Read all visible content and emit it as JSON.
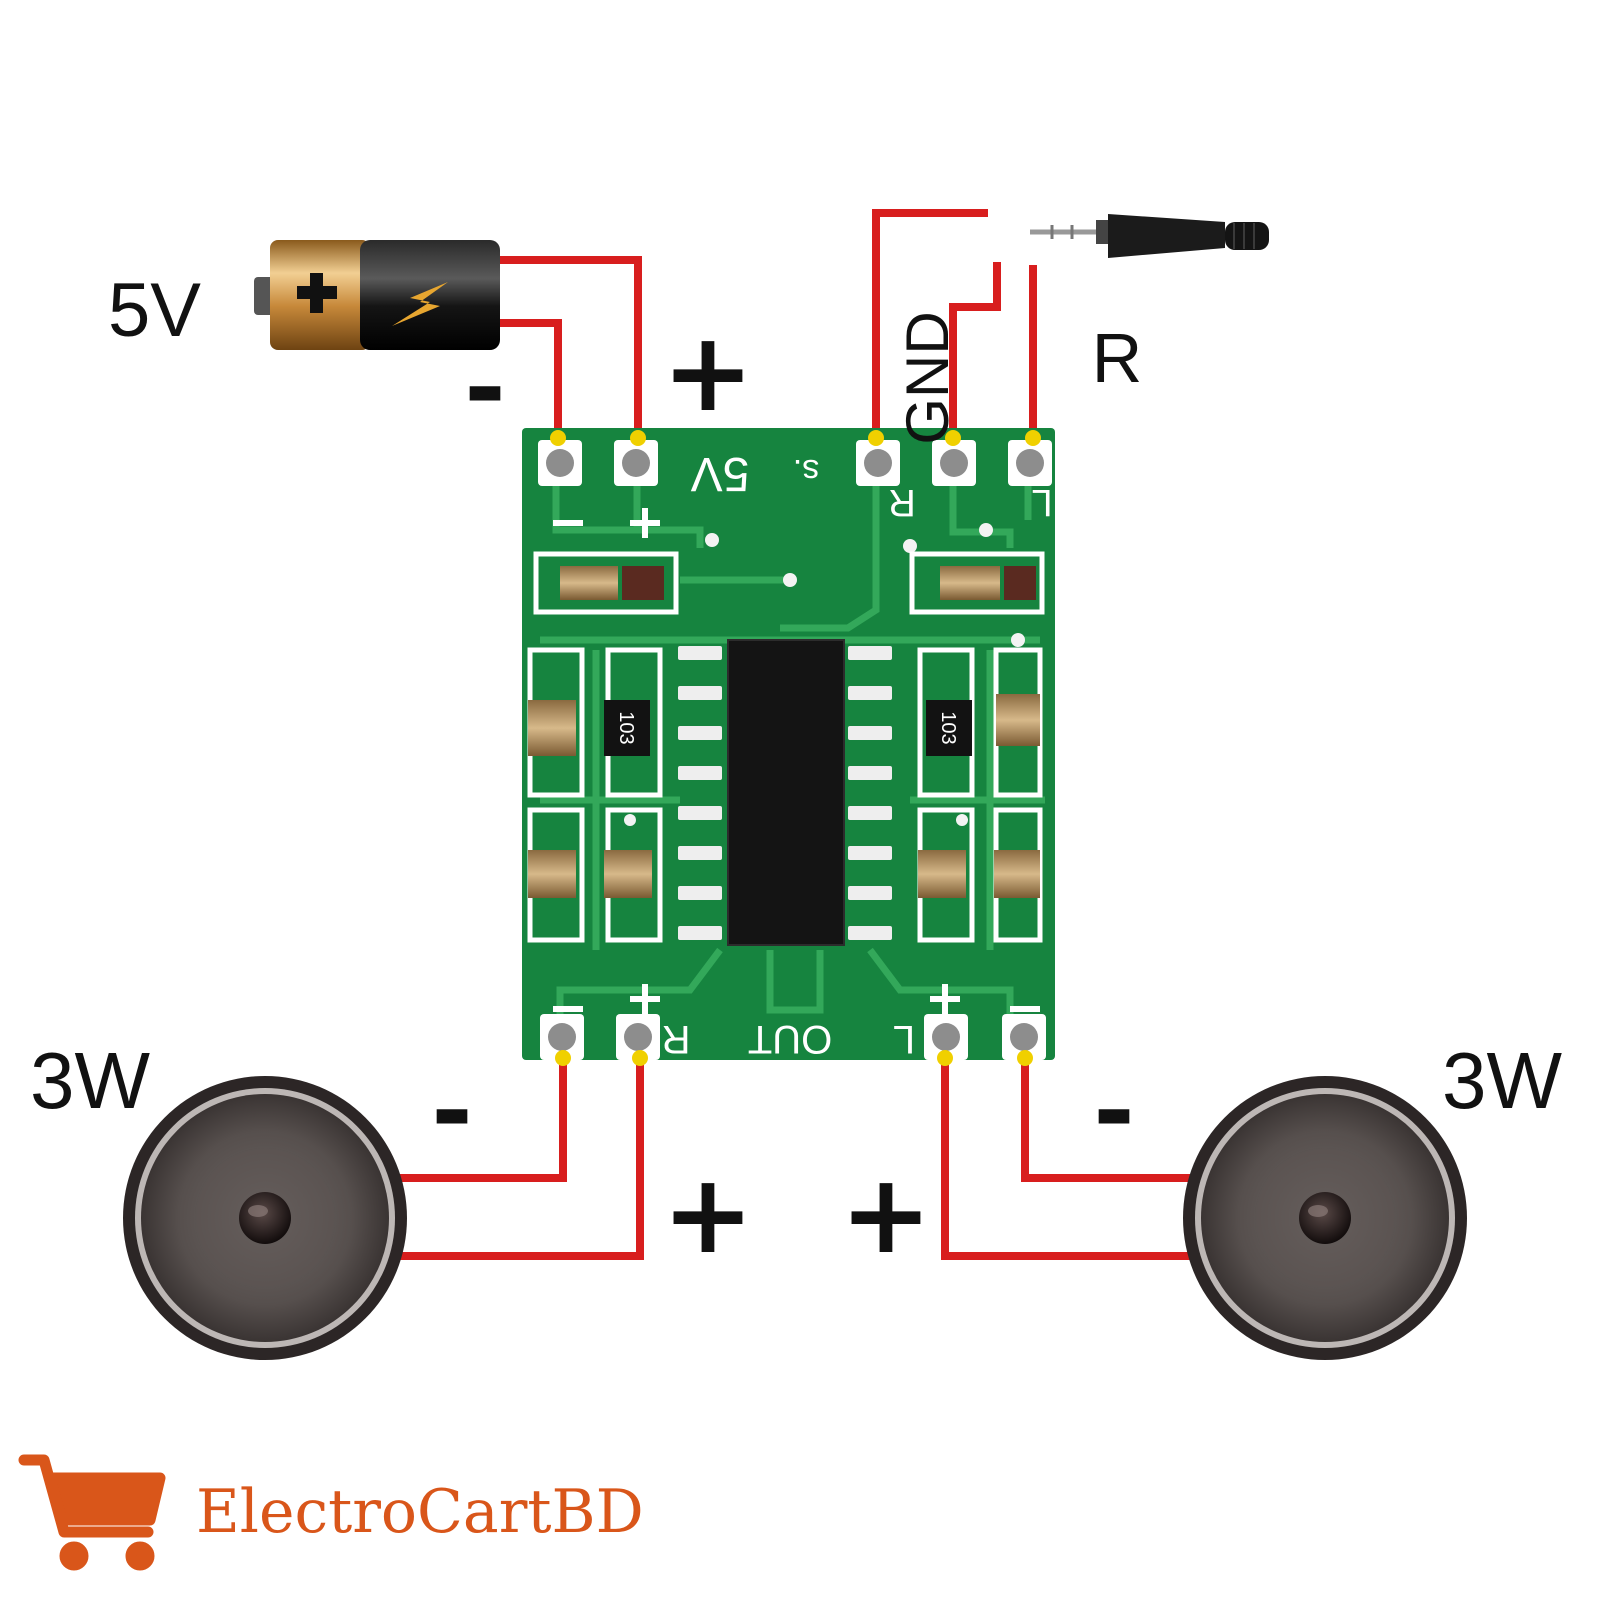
{
  "labels": {
    "supply_voltage": "5V",
    "supply_minus": "-",
    "supply_plus": "+",
    "input_gnd": "GND",
    "input_r": "R",
    "left_speaker_power": "3W",
    "left_speaker_minus": "-",
    "left_speaker_plus": "+",
    "right_speaker_power": "3W",
    "right_speaker_minus": "-",
    "right_speaker_plus": "+"
  },
  "board_silkscreen": {
    "supply": "5V",
    "mark": "s.",
    "in_r": "R",
    "in_l": "L",
    "out_r": "R",
    "out": "OUT",
    "out_l": "L",
    "res_left": "103",
    "res_right": "103"
  },
  "brand": {
    "name": "ElectroCartBD",
    "icon": "shopping-cart-icon"
  },
  "colors": {
    "wire": "#d81e1e",
    "pcb": "#16843f",
    "pad_highlight": "#f0d000",
    "brand": "#d9561a",
    "label": "#111111"
  }
}
